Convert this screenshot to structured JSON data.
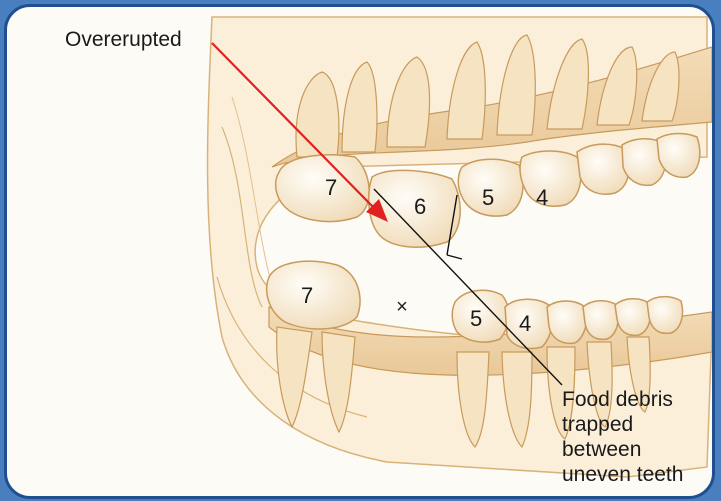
{
  "labels": {
    "overerupted": "Overerupted",
    "food_debris": [
      "Food debris",
      "trapped",
      "between",
      "uneven teeth"
    ],
    "missing_tooth_marker": "×"
  },
  "tooth_numbers": {
    "upper": [
      "7",
      "6",
      "5",
      "4"
    ],
    "lower": [
      "7",
      "5",
      "4"
    ]
  },
  "colors": {
    "arrow": "#e0211f",
    "tooth_fill": "#fbf1dd",
    "outline": "#c89a5c",
    "frame": "#1f4f8f"
  }
}
